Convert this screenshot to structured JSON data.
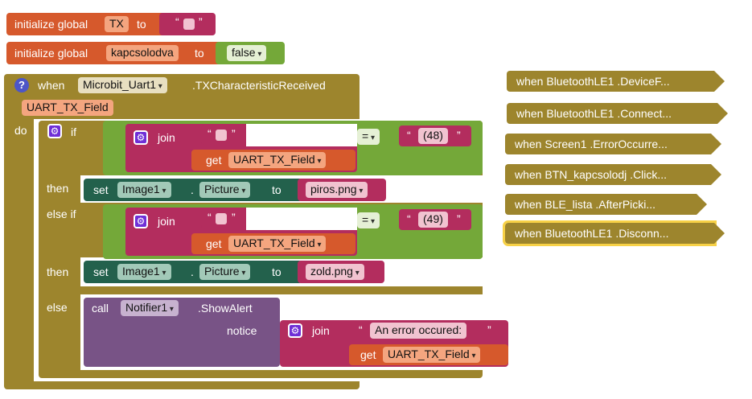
{
  "globals": [
    {
      "prefix": "initialize global",
      "name": "TX",
      "to": "to",
      "value_type": "empty-text"
    },
    {
      "prefix": "initialize global",
      "name": "kapcsolodva",
      "to": "to",
      "value": "false"
    }
  ],
  "event": {
    "when": "when",
    "component": "Microbit_Uart1",
    "event_name": ".TXCharacteristicReceived",
    "param": "UART_TX_Field",
    "do": "do"
  },
  "if_block": {
    "if": "if",
    "then": "then",
    "else_if": "else if",
    "else": "else",
    "branch1": {
      "join": "join",
      "get": "get",
      "get_var": "UART_TX_Field",
      "op": "=",
      "literal": "(48)",
      "set": "set",
      "component": "Image1",
      "dot": ".",
      "property": "Picture",
      "to": "to",
      "file": "piros.png"
    },
    "branch2": {
      "join": "join",
      "get": "get",
      "get_var": "UART_TX_Field",
      "op": "=",
      "literal": "(49)",
      "set": "set",
      "component": "Image1",
      "dot": ".",
      "property": "Picture",
      "to": "to",
      "file": "zold.png"
    },
    "else_branch": {
      "call": "call",
      "component": "Notifier1",
      "method": ".ShowAlert",
      "notice": "notice",
      "join": "join",
      "message": "An error occured: ",
      "get": "get",
      "get_var": "UART_TX_Field"
    }
  },
  "collapsed_blocks": [
    {
      "label": "when  BluetoothLE1 .DeviceF...",
      "selected": false
    },
    {
      "label": "when  BluetoothLE1 .Connect...",
      "selected": false
    },
    {
      "label": "when  Screen1 .ErrorOccurre...",
      "selected": false
    },
    {
      "label": "when  BTN_kapcsolodj .Click...",
      "selected": false
    },
    {
      "label": "when  BLE_lista .AfterPicki...",
      "selected": false
    },
    {
      "label": "when  BluetoothLE1 .Disconn...",
      "selected": true
    }
  ],
  "colors": {
    "global": "#d6592c",
    "text": "#b32d5e",
    "logic": "#74a839",
    "event": "#9d852d",
    "component": "#23614c",
    "notifier": "#785386",
    "selection": "#f7d146"
  }
}
